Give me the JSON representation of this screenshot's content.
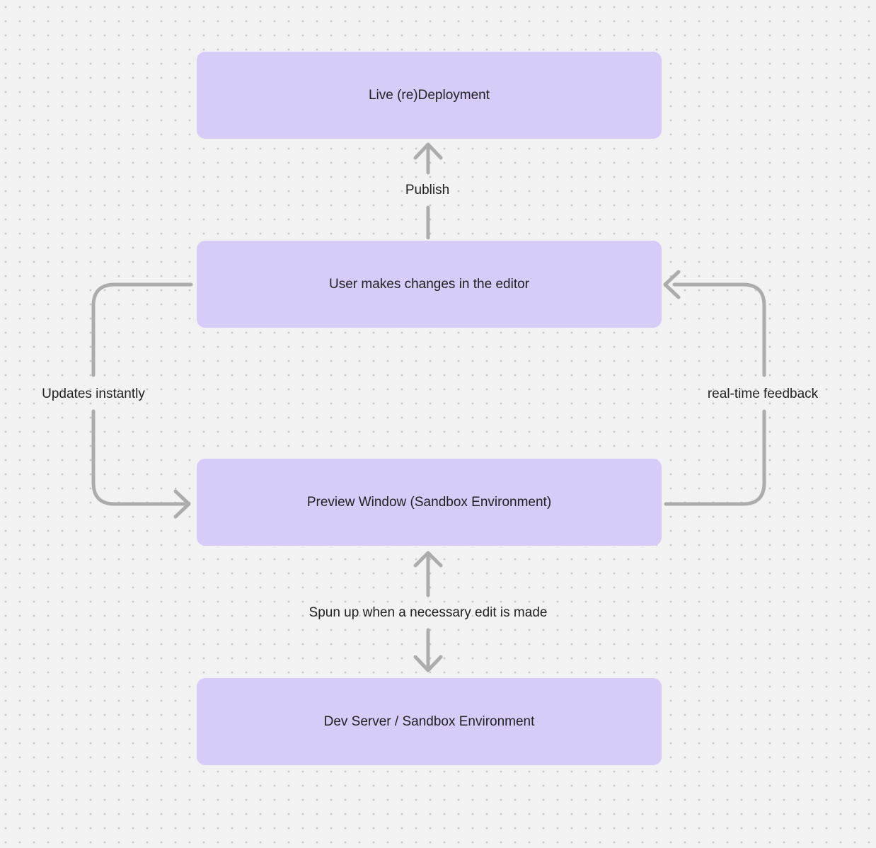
{
  "diagram": {
    "title": "editor deployment flow",
    "nodes": [
      {
        "id": "live-deployment",
        "label": "Live (re)Deployment"
      },
      {
        "id": "user-editor",
        "label": "User makes changes in the editor"
      },
      {
        "id": "preview-window",
        "label": "Preview Window (Sandbox Environment)"
      },
      {
        "id": "dev-server",
        "label": "Dev Server / Sandbox Environment"
      }
    ],
    "edges": [
      {
        "id": "publish",
        "label": "Publish",
        "from": "user-editor",
        "to": "live-deployment",
        "style": "straight-up-arrow"
      },
      {
        "id": "updates-instantly",
        "label": "Updates instantly",
        "from": "user-editor",
        "to": "preview-window",
        "style": "left-side-loop-down-arrow"
      },
      {
        "id": "realtime-feedback",
        "label": "real-time feedback",
        "from": "preview-window",
        "to": "user-editor",
        "style": "right-side-loop-up-arrow"
      },
      {
        "id": "spun-up",
        "label": "Spun up when a necessary edit is made",
        "from": "preview-window",
        "to": "dev-server",
        "style": "bidirectional-vertical-arrow"
      }
    ],
    "colors": {
      "background": "#f2f2f2",
      "dot": "#c5c5c5",
      "node_fill": "#d7cbf7",
      "node_text": "#222222",
      "arrow": "#acacac",
      "label_text": "#222222"
    }
  }
}
